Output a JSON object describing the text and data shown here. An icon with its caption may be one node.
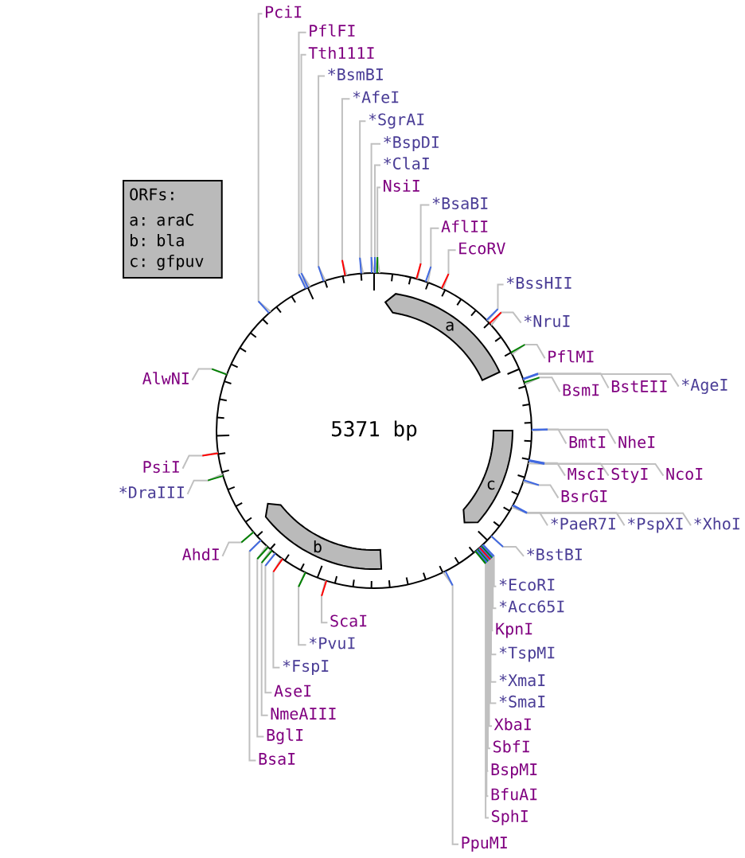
{
  "diagram": {
    "nodes": [
      {
        "text": [
          "5371 bp"
        ]
      },
      {
        "text": [
          "a"
        ],
        "in": 0
      },
      {
        "text": [
          "b"
        ],
        "in": 0
      },
      {
        "text": [
          "c"
        ],
        "in": 0
      },
      {
        "text": [
          "ORFs:",
          "a: araC",
          "b: bla",
          "c: gfpuv"
        ]
      },
      {
        "text": [
          "PciI"
        ]
      },
      {
        "text": [
          "PflFI"
        ]
      },
      {
        "text": [
          "Tth111I"
        ]
      },
      {
        "text": [
          "*BsmBI"
        ]
      },
      {
        "text": [
          "*AfeI"
        ]
      },
      {
        "text": [
          "*SgrAI"
        ]
      },
      {
        "text": [
          "*BspDI"
        ]
      },
      {
        "text": [
          "*ClaI"
        ]
      },
      {
        "text": [
          "NsiI"
        ]
      },
      {
        "text": [
          "*BsaBI"
        ]
      },
      {
        "text": [
          "AflII"
        ]
      },
      {
        "text": [
          "EcoRV"
        ]
      },
      {
        "text": [
          "*BssHII"
        ]
      },
      {
        "text": [
          "*NruI"
        ]
      },
      {
        "text": [
          "PflMI"
        ]
      },
      {
        "text": [
          "BsmI"
        ]
      },
      {
        "text": [
          "BstEII"
        ]
      },
      {
        "text": [
          "*AgeI"
        ]
      },
      {
        "text": [
          "BmtI"
        ]
      },
      {
        "text": [
          "NheI"
        ]
      },
      {
        "text": [
          "MscI"
        ]
      },
      {
        "text": [
          "StyI"
        ]
      },
      {
        "text": [
          "NcoI"
        ]
      },
      {
        "text": [
          "BsrGI"
        ]
      },
      {
        "text": [
          "*PaeR7I"
        ]
      },
      {
        "text": [
          "*PspXI"
        ]
      },
      {
        "text": [
          "*XhoI"
        ]
      },
      {
        "text": [
          "*BstBI"
        ]
      },
      {
        "text": [
          "*EcoRI"
        ]
      },
      {
        "text": [
          "*Acc65I"
        ]
      },
      {
        "text": [
          "KpnI"
        ]
      },
      {
        "text": [
          "*TspMI"
        ]
      },
      {
        "text": [
          "*XmaI"
        ]
      },
      {
        "text": [
          "*SmaI"
        ]
      },
      {
        "text": [
          "XbaI"
        ]
      },
      {
        "text": [
          "SbfI"
        ]
      },
      {
        "text": [
          "BspMI"
        ]
      },
      {
        "text": [
          "BfuAI"
        ]
      },
      {
        "text": [
          "SphI"
        ]
      },
      {
        "text": [
          "PpuMI"
        ]
      },
      {
        "text": [
          "ScaI"
        ]
      },
      {
        "text": [
          "*PvuI"
        ]
      },
      {
        "text": [
          "*FspI"
        ]
      },
      {
        "text": [
          "AseI"
        ]
      },
      {
        "text": [
          "NmeAIII"
        ]
      },
      {
        "text": [
          "BglI"
        ]
      },
      {
        "text": [
          "BsaI"
        ]
      },
      {
        "text": [
          "AhdI"
        ]
      },
      {
        "text": [
          "*DraIII"
        ]
      },
      {
        "text": [
          "PsiI"
        ]
      },
      {
        "text": [
          "AlwNI"
        ]
      }
    ],
    "edges": [
      {
        "from": 5,
        "to": 0,
        "arrow": "none"
      },
      {
        "from": 6,
        "to": 0,
        "arrow": "none"
      },
      {
        "from": 7,
        "to": 0,
        "arrow": "none"
      },
      {
        "from": 8,
        "to": 0,
        "arrow": "none"
      },
      {
        "from": 9,
        "to": 0,
        "arrow": "none"
      },
      {
        "from": 10,
        "to": 0,
        "arrow": "none"
      },
      {
        "from": 11,
        "to": 0,
        "arrow": "none"
      },
      {
        "from": 12,
        "to": 0,
        "arrow": "none"
      },
      {
        "from": 13,
        "to": 0,
        "arrow": "none"
      },
      {
        "from": 14,
        "to": 0,
        "arrow": "none"
      },
      {
        "from": 15,
        "to": 0,
        "arrow": "none"
      },
      {
        "from": 16,
        "to": 0,
        "arrow": "none"
      },
      {
        "from": 17,
        "to": 0,
        "arrow": "none"
      },
      {
        "from": 18,
        "to": 0,
        "arrow": "none"
      },
      {
        "from": 19,
        "to": 0,
        "arrow": "none"
      },
      {
        "from": 20,
        "to": 0,
        "arrow": "none"
      },
      {
        "from": 21,
        "to": 0,
        "arrow": "none"
      },
      {
        "from": 22,
        "to": 0,
        "arrow": "none"
      },
      {
        "from": 23,
        "to": 0,
        "arrow": "none"
      },
      {
        "from": 24,
        "to": 0,
        "arrow": "none"
      },
      {
        "from": 25,
        "to": 0,
        "arrow": "none"
      },
      {
        "from": 26,
        "to": 0,
        "arrow": "none"
      },
      {
        "from": 27,
        "to": 0,
        "arrow": "none"
      },
      {
        "from": 28,
        "to": 0,
        "arrow": "none"
      },
      {
        "from": 29,
        "to": 0,
        "arrow": "none"
      },
      {
        "from": 30,
        "to": 0,
        "arrow": "none"
      },
      {
        "from": 31,
        "to": 0,
        "arrow": "none"
      },
      {
        "from": 32,
        "to": 0,
        "arrow": "none"
      },
      {
        "from": 33,
        "to": 0,
        "arrow": "none"
      },
      {
        "from": 34,
        "to": 0,
        "arrow": "none"
      },
      {
        "from": 35,
        "to": 0,
        "arrow": "none"
      },
      {
        "from": 36,
        "to": 0,
        "arrow": "none"
      },
      {
        "from": 37,
        "to": 0,
        "arrow": "none"
      },
      {
        "from": 38,
        "to": 0,
        "arrow": "none"
      },
      {
        "from": 39,
        "to": 0,
        "arrow": "none"
      },
      {
        "from": 40,
        "to": 0,
        "arrow": "none"
      },
      {
        "from": 41,
        "to": 0,
        "arrow": "none"
      },
      {
        "from": 42,
        "to": 0,
        "arrow": "none"
      },
      {
        "from": 43,
        "to": 0,
        "arrow": "none"
      },
      {
        "from": 44,
        "to": 0,
        "arrow": "none"
      },
      {
        "from": 45,
        "to": 0,
        "arrow": "none"
      },
      {
        "from": 46,
        "to": 0,
        "arrow": "none"
      },
      {
        "from": 47,
        "to": 0,
        "arrow": "none"
      },
      {
        "from": 48,
        "to": 0,
        "arrow": "none"
      },
      {
        "from": 49,
        "to": 0,
        "arrow": "none"
      },
      {
        "from": 50,
        "to": 0,
        "arrow": "none"
      },
      {
        "from": 51,
        "to": 0,
        "arrow": "none"
      },
      {
        "from": 52,
        "to": 0,
        "arrow": "none"
      },
      {
        "from": 53,
        "to": 0,
        "arrow": "none"
      },
      {
        "from": 54,
        "to": 0,
        "arrow": "none"
      },
      {
        "from": 55,
        "to": 0,
        "arrow": "none"
      }
    ]
  }
}
